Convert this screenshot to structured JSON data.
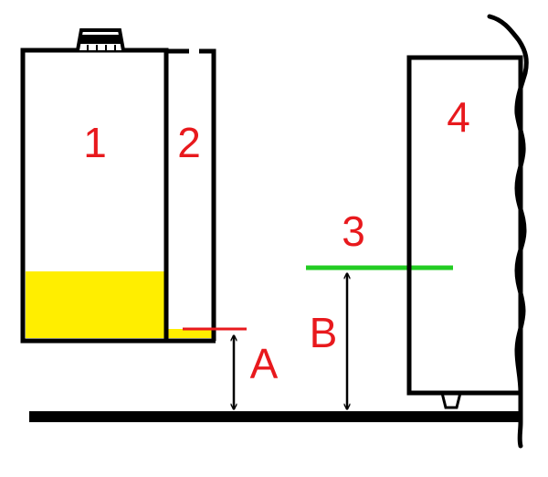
{
  "colors": {
    "outline": "#000000",
    "label": "#e8191d",
    "liquid": "#ffee00",
    "level_line_a": "#e8191d",
    "level_line_b": "#22cc22"
  },
  "labels": {
    "container_1": "1",
    "tube_2": "2",
    "level_3": "3",
    "wall_unit_4": "4",
    "height_a": "A",
    "height_b": "B"
  }
}
